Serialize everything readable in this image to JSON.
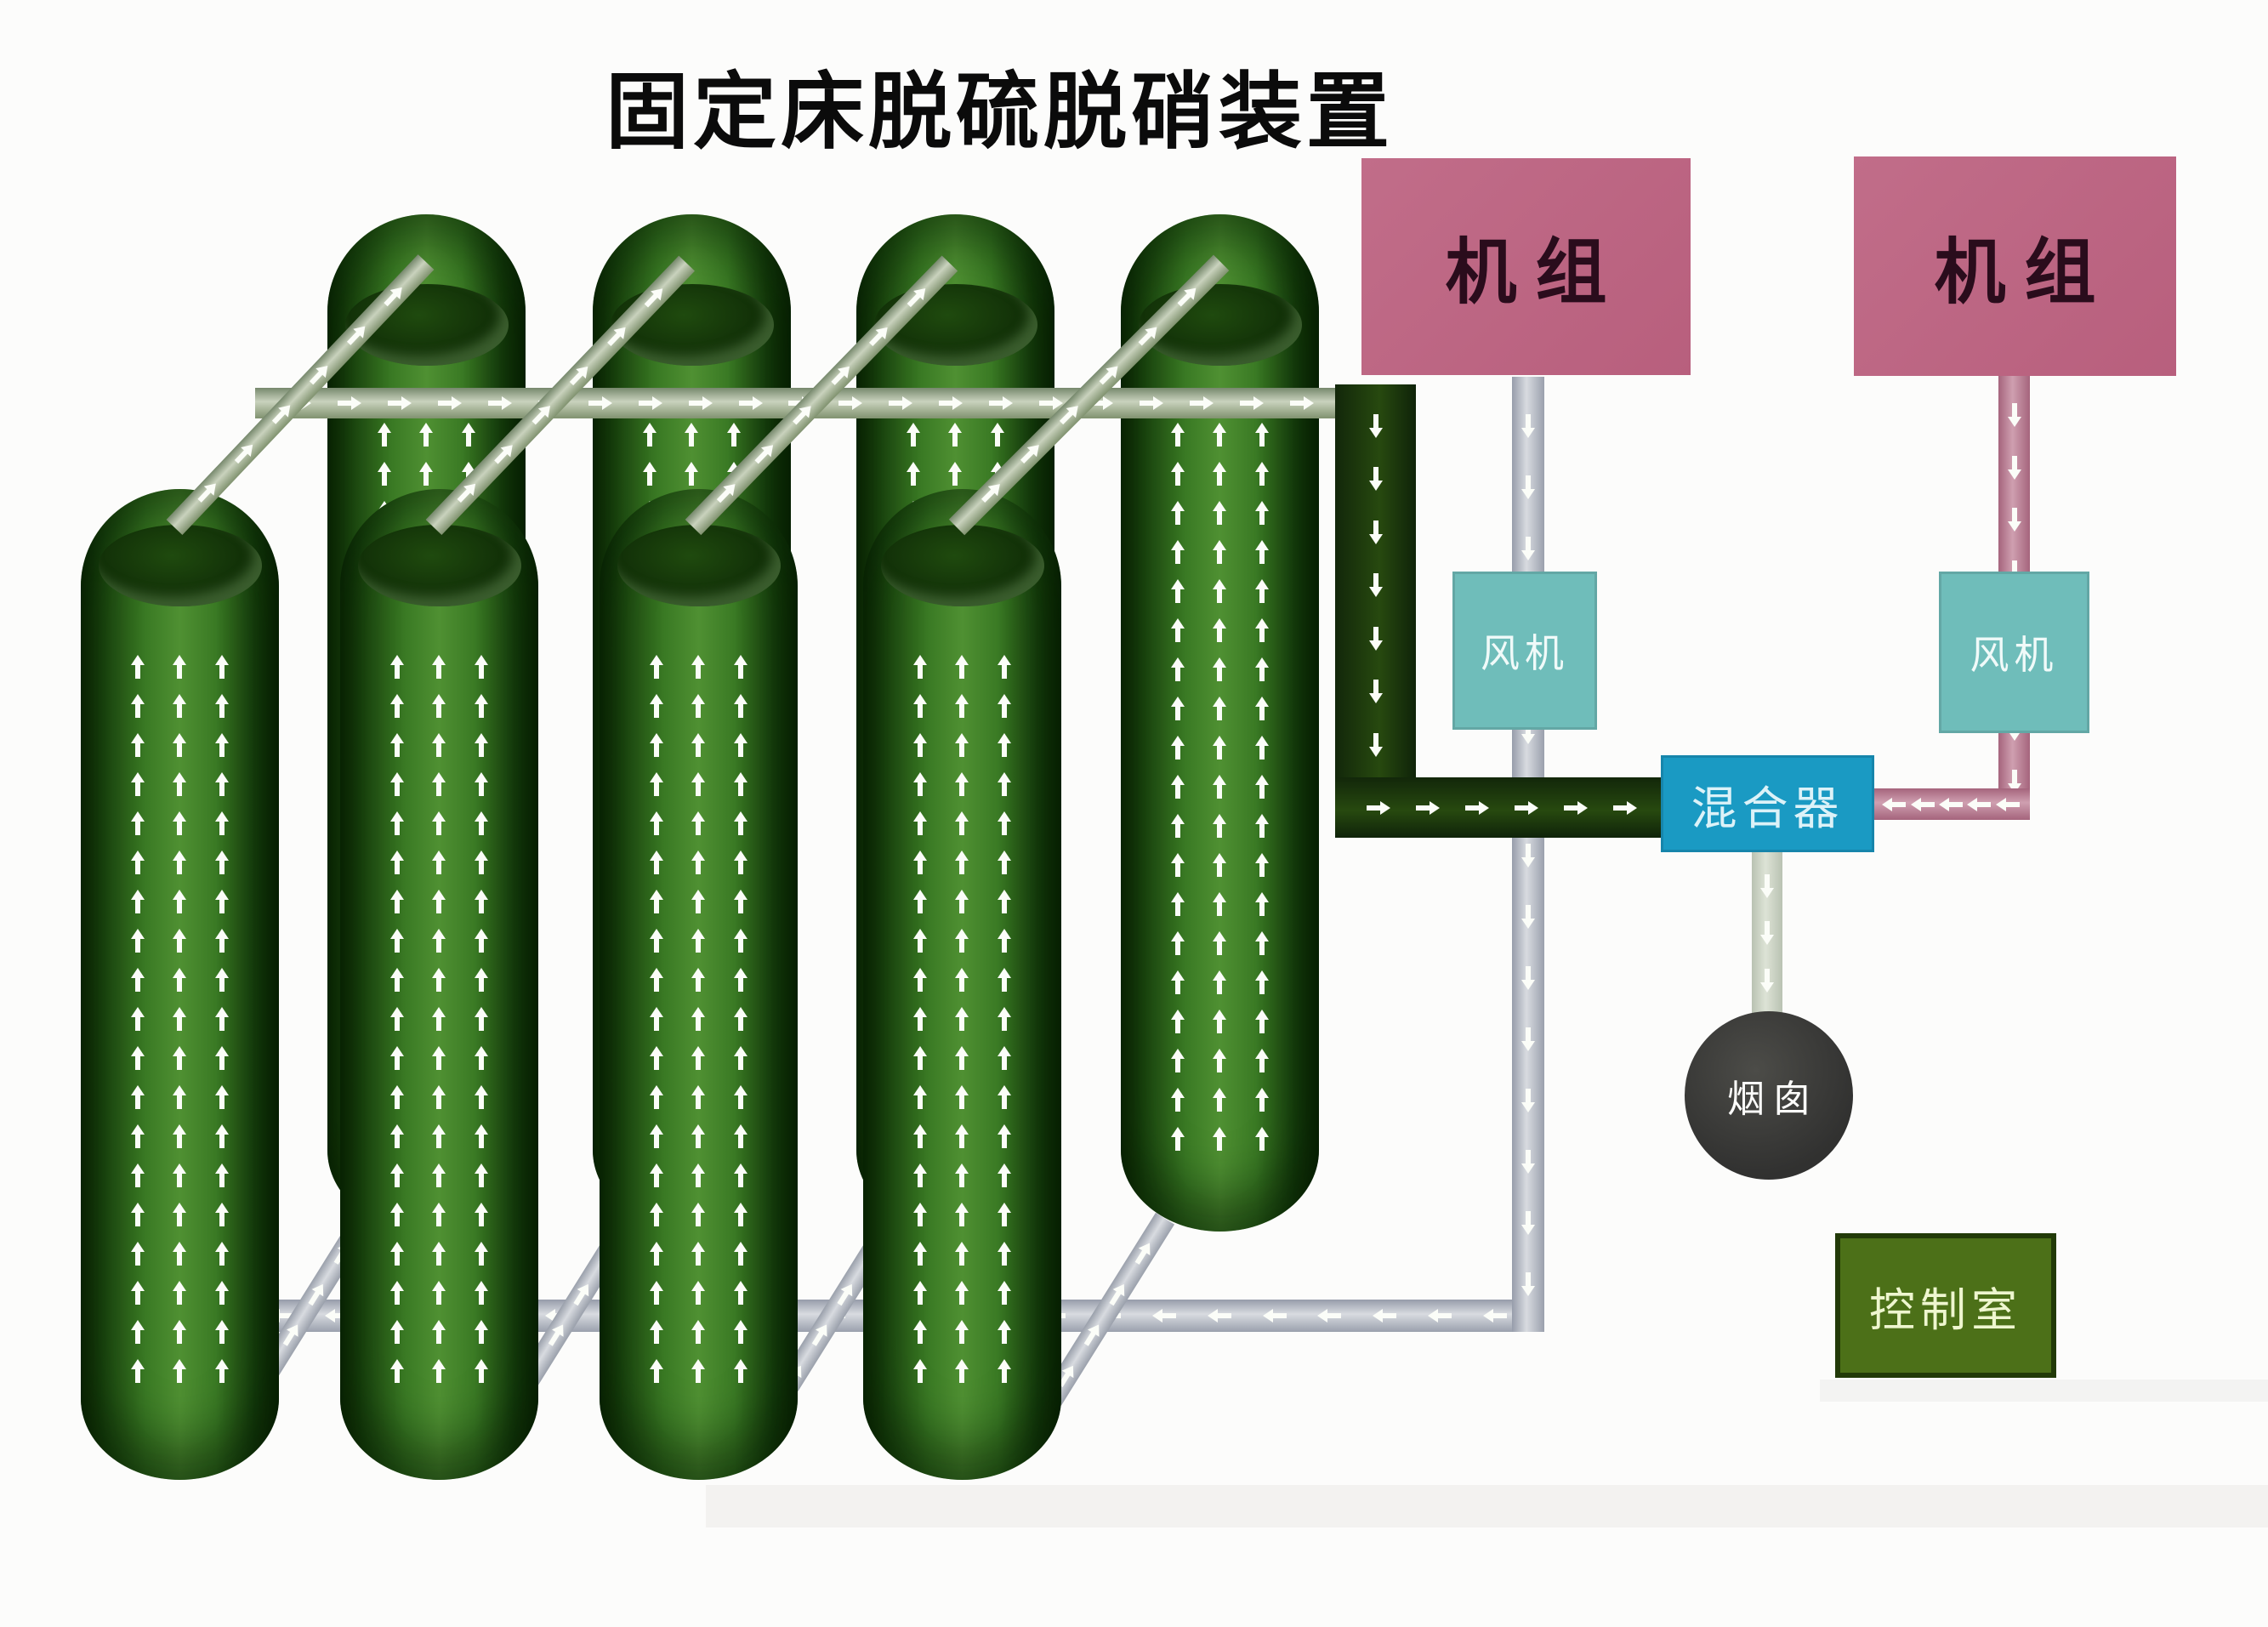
{
  "title": "固定床脱硫脱硝装置",
  "nodes": {
    "unit_left": {
      "label": "机组"
    },
    "unit_right": {
      "label": "机组"
    },
    "fan_left": {
      "label": "风机"
    },
    "fan_right": {
      "label": "风机"
    },
    "mixer": {
      "label": "混合器"
    },
    "chimney": {
      "label": "烟囱"
    },
    "control_room": {
      "label": "控制室"
    }
  },
  "towers": {
    "count": 8,
    "back_row": 4,
    "front_row": 4,
    "arrow_columns": 3
  },
  "colors": {
    "unit_box": "#bd6480",
    "fan_box": "#6fbdba",
    "mixer_box": "#1a9ac3",
    "chimney_circle": "#343431",
    "control_room_box": "#4c7018",
    "tower_green": "#3f7d28",
    "pipe_gray": "#a9aeb8",
    "pipe_pink": "#ad6d84",
    "pipe_dark_green": "#1d3a0f",
    "pipe_sage_green": "#95a58c",
    "arrow_white": "#fbfdf8",
    "title_text": "#0b0b0b"
  }
}
